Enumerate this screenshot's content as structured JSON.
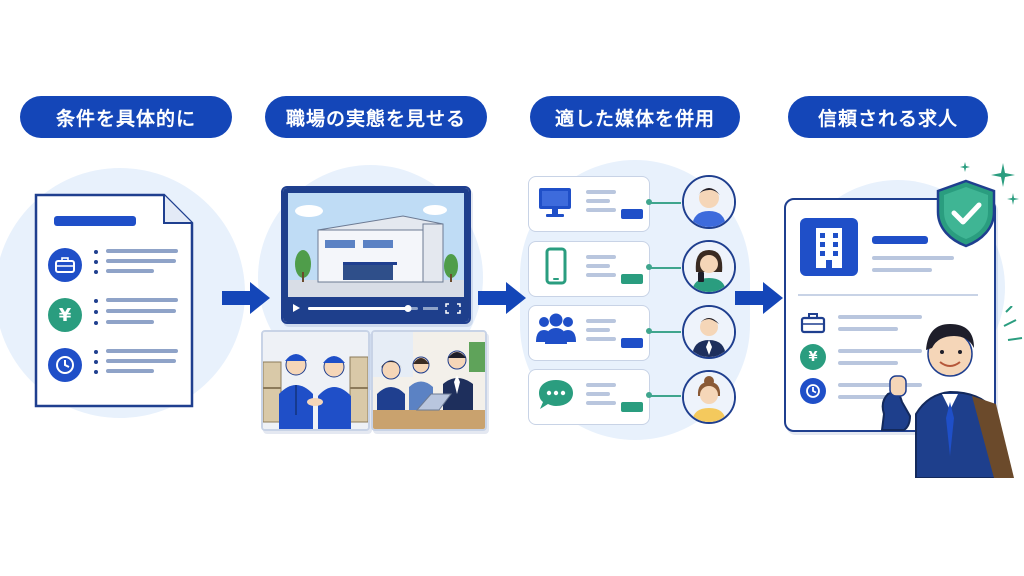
{
  "steps": [
    {
      "label": "条件を具体的に"
    },
    {
      "label": "職場の実態を見せる"
    },
    {
      "label": "適した媒体を併用"
    },
    {
      "label": "信頼される求人"
    }
  ],
  "icons": {
    "step1": [
      "briefcase-icon",
      "yen-icon",
      "clock-icon"
    ],
    "step3": [
      "monitor-icon",
      "smartphone-icon",
      "group-icon",
      "chat-icon"
    ],
    "step4": [
      "building-icon",
      "briefcase-icon",
      "yen-icon",
      "clock-icon",
      "shield-check-icon",
      "sparkle-icon"
    ]
  },
  "glyphs": {
    "yen": "¥"
  },
  "colors": {
    "primary": "#1446b8",
    "accent_green": "#2a9d7f",
    "background_glow": "#e8f1fc",
    "outline": "#1f3f8f"
  }
}
